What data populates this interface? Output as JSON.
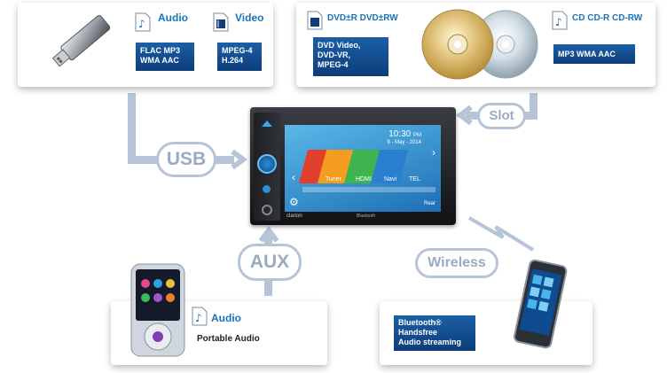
{
  "usb_panel": {
    "audio_heading": "Audio",
    "video_heading": "Video",
    "audio_badge": [
      "FLAC MP3",
      "WMA AAC"
    ],
    "video_badge": [
      "MPEG-4",
      "H.264"
    ]
  },
  "disc_panel": {
    "dvd_heading": "DVD±R DVD±RW",
    "dvd_badge": [
      "DVD Video,",
      "DVD-VR,",
      "MPEG-4"
    ],
    "cd_heading": "CD CD-R CD-RW",
    "cd_badge": "MP3 WMA AAC"
  },
  "connections": {
    "usb": "USB",
    "slot": "Slot",
    "aux": "AUX",
    "wireless": "Wireless"
  },
  "portable_panel": {
    "heading": "Audio",
    "subtitle": "Portable Audio"
  },
  "phone_panel": {
    "badge": [
      "Bluetooth®",
      "Handsfree",
      "Audio streaming"
    ]
  },
  "head_unit": {
    "time": "10:30",
    "time_suffix": "PM",
    "date": "9 - May - 2014",
    "tiles": [
      "Tuner",
      "HDMI",
      "Navi",
      "TEL"
    ],
    "brand": "clarion",
    "rear_label": "Rear",
    "bluetooth_label": "Bluetooth"
  },
  "colors": {
    "accent_blue": "#1a73b8",
    "badge_blue": "#0d3d7a",
    "connector_gray": "#b7c4d8",
    "tile_red": "#e2402c",
    "tile_orange": "#f39c1f",
    "tile_green": "#3fb34f",
    "tile_blue": "#2a7fd0"
  }
}
